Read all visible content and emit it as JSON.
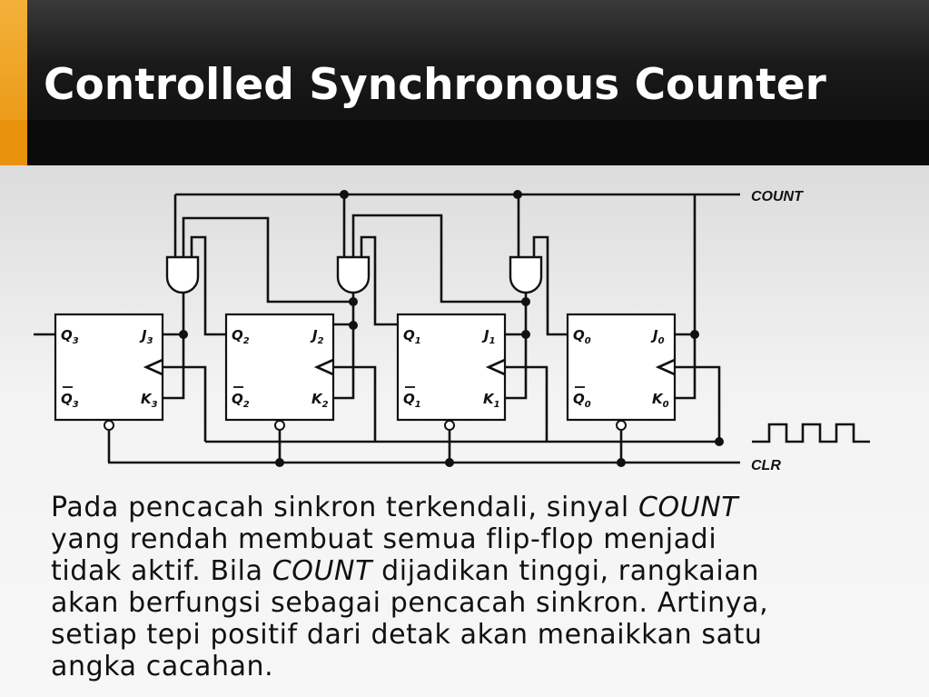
{
  "slide": {
    "title": "Controlled Synchronous Counter"
  },
  "circuit": {
    "signals": {
      "count": "COUNT",
      "clr": "CLR"
    },
    "flipflops": [
      {
        "q": "Q",
        "j": "J",
        "k": "K",
        "qbar": "Q",
        "sub": "3"
      },
      {
        "q": "Q",
        "j": "J",
        "k": "K",
        "qbar": "Q",
        "sub": "2"
      },
      {
        "q": "Q",
        "j": "J",
        "k": "K",
        "qbar": "Q",
        "sub": "1"
      },
      {
        "q": "Q",
        "j": "J",
        "k": "K",
        "qbar": "Q",
        "sub": "0"
      }
    ]
  },
  "paragraph": {
    "l1a": "Pada pencacah sinkron terkendali, sinyal ",
    "l1b": "COUNT",
    "l2": "yang rendah membuat semua flip-flop menjadi",
    "l3a": "tidak aktif. Bila ",
    "l3b": "COUNT",
    "l3c": " dijadikan tinggi, rangkaian",
    "l4": "akan berfungsi sebagai pencacah sinkron. Artinya,",
    "l5": "setiap tepi positif dari detak akan menaikkan satu",
    "l6": "angka cacahan."
  }
}
